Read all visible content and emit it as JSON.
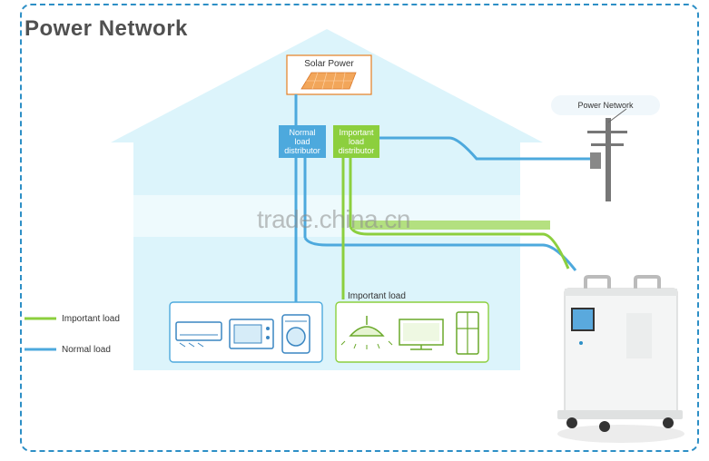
{
  "title": "Power Network",
  "nodes": {
    "solar": "Solar Power",
    "grid": "Power Network",
    "normal_distributor": [
      "Normal",
      "load",
      "distributor"
    ],
    "important_distributor": [
      "Important",
      "load",
      "distributor"
    ],
    "important_group": "Important load"
  },
  "legend": [
    {
      "label": "Important load",
      "color": "#8ccf3e"
    },
    {
      "label": "Normal load",
      "color": "#4da9dd"
    }
  ],
  "watermark": "trade.china.cn",
  "colors": {
    "frame": "#2d8fc6",
    "house": "#dcf4fb",
    "normal_line": "#4da9dd",
    "important_line": "#8ccf3e",
    "solar_box": "#e67e22"
  },
  "icons": [
    "solar-panel-icon",
    "utility-pole-icon",
    "air-conditioner-icon",
    "microwave-icon",
    "washing-machine-icon",
    "ceiling-lamp-icon",
    "television-icon",
    "refrigerator-icon",
    "power-station-icon"
  ]
}
